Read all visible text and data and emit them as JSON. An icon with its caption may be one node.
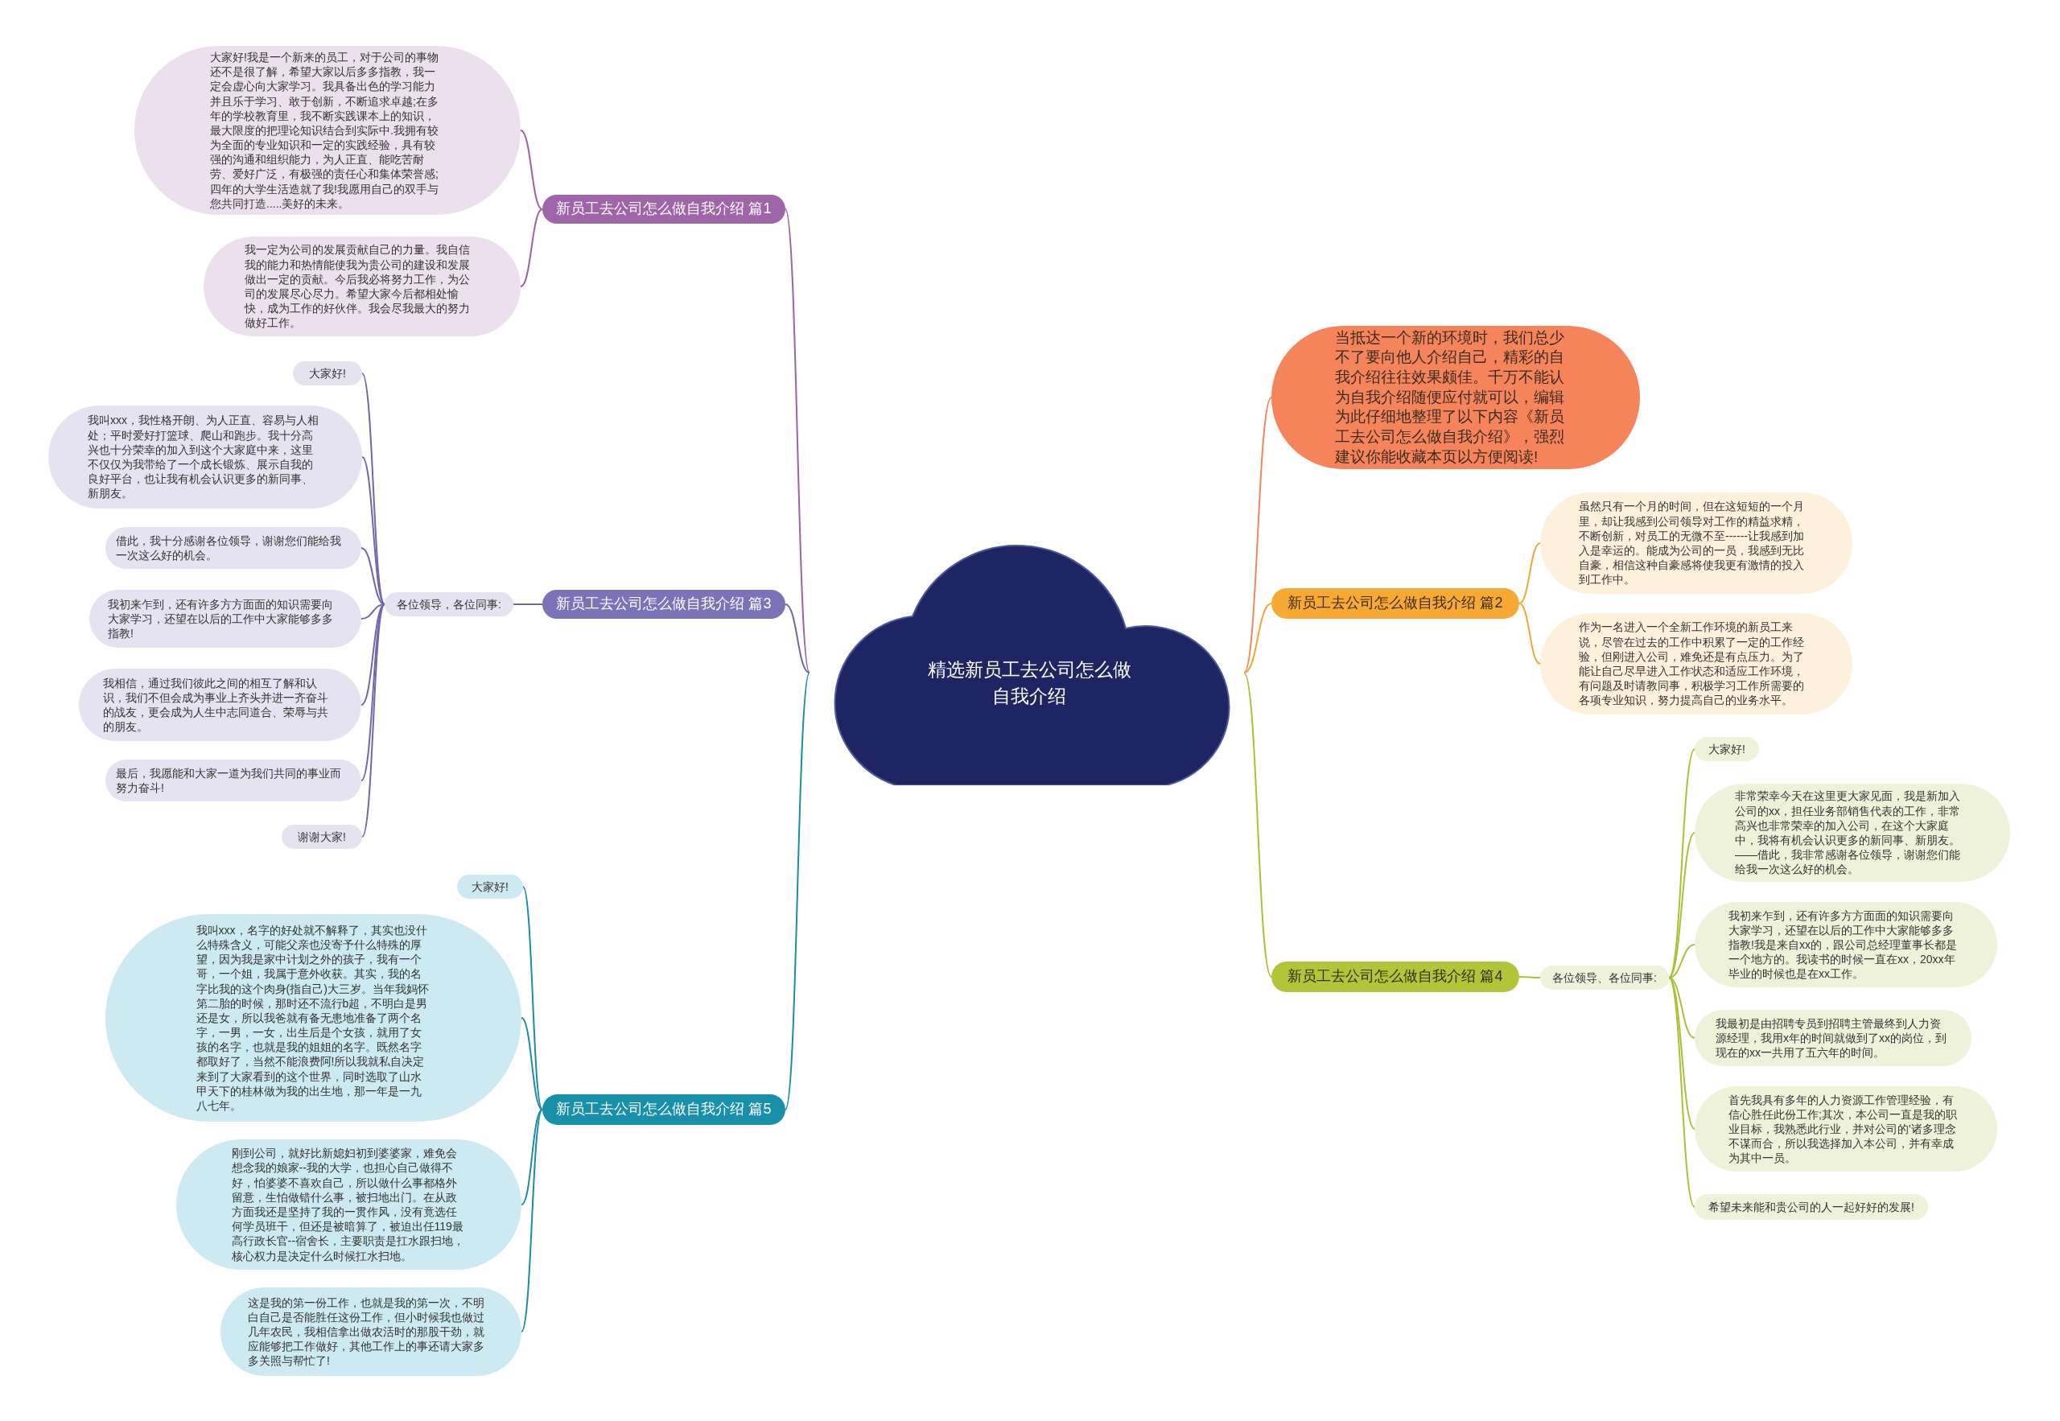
{
  "diagram": {
    "nodes": [
      {
        "text": [
          "精选新员工去公司怎么做自我介绍"
        ]
      },
      {
        "text": [
          "当抵达一个新的环境时，我们总少不了要向他人介绍自己，精彩的自我介绍往往效果颇佳。千万不能认为自我介绍随便应付就可以，编辑为此仔细地整理了以下内容《新员工去公司怎么做自我介绍》，强烈建议你能收藏本页以方便阅读!"
        ]
      },
      {
        "text": [
          "新员工去公司怎么做自我介绍 篇2"
        ]
      },
      {
        "text": [
          "虽然只有一个月的时间，但在这短短的一个月里，却让我感到公司领导对工作的精益求精，不断创新，对员工的无微不至------让我感到加入是幸运的。能成为公司的一员，我感到无比自豪，相信这种自豪感将使我更有激情的投入到工作中。"
        ]
      },
      {
        "text": [
          "作为一名进入一个全新工作环境的新员工来说，尽管在过去的工作中积累了一定的工作经验，但刚进入公司，难免还是有点压力。为了能让自己尽早进入工作状态和适应工作环境，有问题及时请教同事，积极学习工作所需要的各项专业知识，努力提高自己的业务水平。"
        ]
      },
      {
        "text": [
          "新员工去公司怎么做自我介绍 篇4"
        ]
      },
      {
        "text": [
          "各位领导、各位同事:"
        ]
      },
      {
        "text": [
          "大家好!"
        ]
      },
      {
        "text": [
          "非常荣幸今天在这里更大家见面，我是新加入公司的xx，担任业务部销售代表的工作，非常高兴也非常荣幸的加入公司，在这个大家庭中，我将有机会认识更多的新同事、新朋友。——借此，我非常感谢各位领导，谢谢您们能给我一次这么好的机会。"
        ]
      },
      {
        "text": [
          "我初来乍到，还有许多方方面面的知识需要向大家学习，还望在以后的工作中大家能够多多指教!我是来自xx的，跟公司总经理董事长都是一个地方的。我读书的时候一直在xx，20xx年毕业的时候也是在xx工作。"
        ]
      },
      {
        "text": [
          "我最初是由招聘专员到招聘主管最终到人力资源经理，我用x年的时间就做到了xx的岗位，到现在的xx一共用了五六年的时间。"
        ]
      },
      {
        "text": [
          "首先我具有多年的人力资源工作管理经验，有信心胜任此份工作;其次，本公司一直是我的职业目标，我熟悉此行业，并对公司的'诸多理念不谋而合，所以我选择加入本公司，并有幸成为其中一员。"
        ]
      },
      {
        "text": [
          "希望未来能和贵公司的人一起好好的发展!"
        ]
      },
      {
        "text": [
          "新员工去公司怎么做自我介绍 篇1"
        ]
      },
      {
        "text": [
          "大家好!我是一个新来的员工，对于公司的事物还不是很了解，希望大家以后多多指教，我一定会虚心向大家学习。我具备出色的学习能力并且乐于学习、敢于创新，不断追求卓越;在多年的学校教育里，我不断实践课本上的知识，最大限度的把理论知识结合到实际中.我拥有较为全面的专业知识和一定的实践经验，具有较强的沟通和组织能力，为人正直、能吃苦耐劳、爱好广泛，有极强的责任心和集体荣誉感;四年的大学生活造就了我!我愿用自己的双手与您共同打造.....美好的未来。"
        ]
      },
      {
        "text": [
          "我一定为公司的发展贡献自己的力量。我自信我的能力和热情能使我为贵公司的建设和发展做出一定的贡献。今后我必将努力工作，为公司的发展尽心尽力。希望大家今后都相处愉快，成为工作的好伙伴。我会尽我最大的努力做好工作。"
        ]
      },
      {
        "text": [
          "新员工去公司怎么做自我介绍 篇3"
        ]
      },
      {
        "text": [
          "各位领导，各位同事:"
        ]
      },
      {
        "text": [
          "大家好!"
        ]
      },
      {
        "text": [
          "我叫xxx，我性格开朗、为人正直、容易与人相处；平时爱好打篮球、爬山和跑步。我十分高兴也十分荣幸的加入到这个大家庭中来，这里不仅仅为我带给了一个成长锻炼、展示自我的良好平台，也让我有机会认识更多的新同事、新朋友。"
        ]
      },
      {
        "text": [
          "借此，我十分感谢各位领导，谢谢您们能给我一次这么好的机会。"
        ]
      },
      {
        "text": [
          "我初来乍到，还有许多方方面面的知识需要向大家学习，还望在以后的工作中大家能够多多指教!"
        ]
      },
      {
        "text": [
          "我相信，通过我们彼此之间的相互了解和认识，我们不但会成为事业上齐头并进一齐奋斗的战友，更会成为人生中志同道合、荣辱与共的朋友。"
        ]
      },
      {
        "text": [
          "最后，我愿能和大家一道为我们共同的事业而努力奋斗!"
        ]
      },
      {
        "text": [
          "谢谢大家!"
        ]
      },
      {
        "text": [
          "新员工去公司怎么做自我介绍 篇5"
        ]
      },
      {
        "text": [
          "大家好!"
        ]
      },
      {
        "text": [
          "我叫xxx，名字的好处就不解释了，其实也没什么特殊含义，可能父亲也没寄予什么特殊的厚望，因为我是家中计划之外的孩子，我有一个哥，一个姐，我属于意外收获。其实，我的名字比我的这个肉身(指自己)大三岁。当年我妈怀第二胎的时候，那时还不流行b超，不明白是男还是女，所以我爸就有备无患地准备了两个名字，一男，一女，出生后是个女孩，就用了女孩的名字，也就是我的姐姐的名字。既然名字都取好了，当然不能浪费阿!所以我就私自决定来到了大家看到的这个世界，同时选取了山水甲天下的桂林做为我的出生地，那一年是一九八七年。"
        ]
      },
      {
        "text": [
          "刚到公司，就好比新媳妇初到婆婆家，难免会想念我的娘家--我的大学，也担心自己做得不好，怕婆婆不喜欢自己，所以做什么事都格外留意，生怕做错什么事，被扫地出门。在从政方面我还是坚持了我的一贯作风，没有竟选任何学员班干，但还是被暗算了，被迫出任119最高行政长官--宿舍长，主要职责是扛水跟扫地，核心权力是决定什么时候扛水扫地。"
        ]
      },
      {
        "text": [
          "这是我的第一份工作，也就是我的第一次，不明白自己是否能胜任这份工作，但小时候我也做过几年农民，我相信拿出做农活时的那股干劲，就应能够把工作做好，其他工作上的事还请大家多多关照与帮忙了!"
        ]
      }
    ],
    "edges": [
      {
        "from": 0,
        "to": 1,
        "arrow": "none",
        "color": "#f4845a"
      },
      {
        "from": 0,
        "to": 2,
        "arrow": "none",
        "color": "#f2a735"
      },
      {
        "from": 2,
        "to": 3,
        "arrow": "none",
        "color": "#f2a735"
      },
      {
        "from": 2,
        "to": 4,
        "arrow": "none",
        "color": "#f2a735"
      },
      {
        "from": 0,
        "to": 5,
        "arrow": "none",
        "color": "#a9c037"
      },
      {
        "from": 5,
        "to": 6,
        "arrow": "none",
        "color": "#a9c037"
      },
      {
        "from": 6,
        "to": 7,
        "arrow": "none",
        "color": "#a9c037"
      },
      {
        "from": 6,
        "to": 8,
        "arrow": "none",
        "color": "#a9c037"
      },
      {
        "from": 6,
        "to": 9,
        "arrow": "none",
        "color": "#a9c037"
      },
      {
        "from": 6,
        "to": 10,
        "arrow": "none",
        "color": "#a9c037"
      },
      {
        "from": 6,
        "to": 11,
        "arrow": "none",
        "color": "#a9c037"
      },
      {
        "from": 6,
        "to": 12,
        "arrow": "none",
        "color": "#a9c037"
      },
      {
        "from": 0,
        "to": 13,
        "arrow": "none",
        "color": "#9a63a3"
      },
      {
        "from": 13,
        "to": 14,
        "arrow": "none",
        "color": "#9a63a3"
      },
      {
        "from": 13,
        "to": 15,
        "arrow": "none",
        "color": "#9a63a3"
      },
      {
        "from": 0,
        "to": 16,
        "arrow": "none",
        "color": "#6f67ae"
      },
      {
        "from": 16,
        "to": 17,
        "arrow": "none",
        "color": "#6f67ae"
      },
      {
        "from": 17,
        "to": 18,
        "arrow": "none",
        "color": "#6f67ae"
      },
      {
        "from": 17,
        "to": 19,
        "arrow": "none",
        "color": "#6f67ae"
      },
      {
        "from": 17,
        "to": 20,
        "arrow": "none",
        "color": "#6f67ae"
      },
      {
        "from": 17,
        "to": 21,
        "arrow": "none",
        "color": "#6f67ae"
      },
      {
        "from": 17,
        "to": 22,
        "arrow": "none",
        "color": "#6f67ae"
      },
      {
        "from": 17,
        "to": 23,
        "arrow": "none",
        "color": "#6f67ae"
      },
      {
        "from": 17,
        "to": 24,
        "arrow": "none",
        "color": "#6f67ae"
      },
      {
        "from": 0,
        "to": 25,
        "arrow": "none",
        "color": "#1a8ca5"
      },
      {
        "from": 25,
        "to": 26,
        "arrow": "none",
        "color": "#1a8ca5"
      },
      {
        "from": 25,
        "to": 27,
        "arrow": "none",
        "color": "#1a8ca5"
      },
      {
        "from": 25,
        "to": 28,
        "arrow": "none",
        "color": "#1a8ca5"
      },
      {
        "from": 25,
        "to": 29,
        "arrow": "none",
        "color": "#1a8ca5"
      }
    ]
  }
}
